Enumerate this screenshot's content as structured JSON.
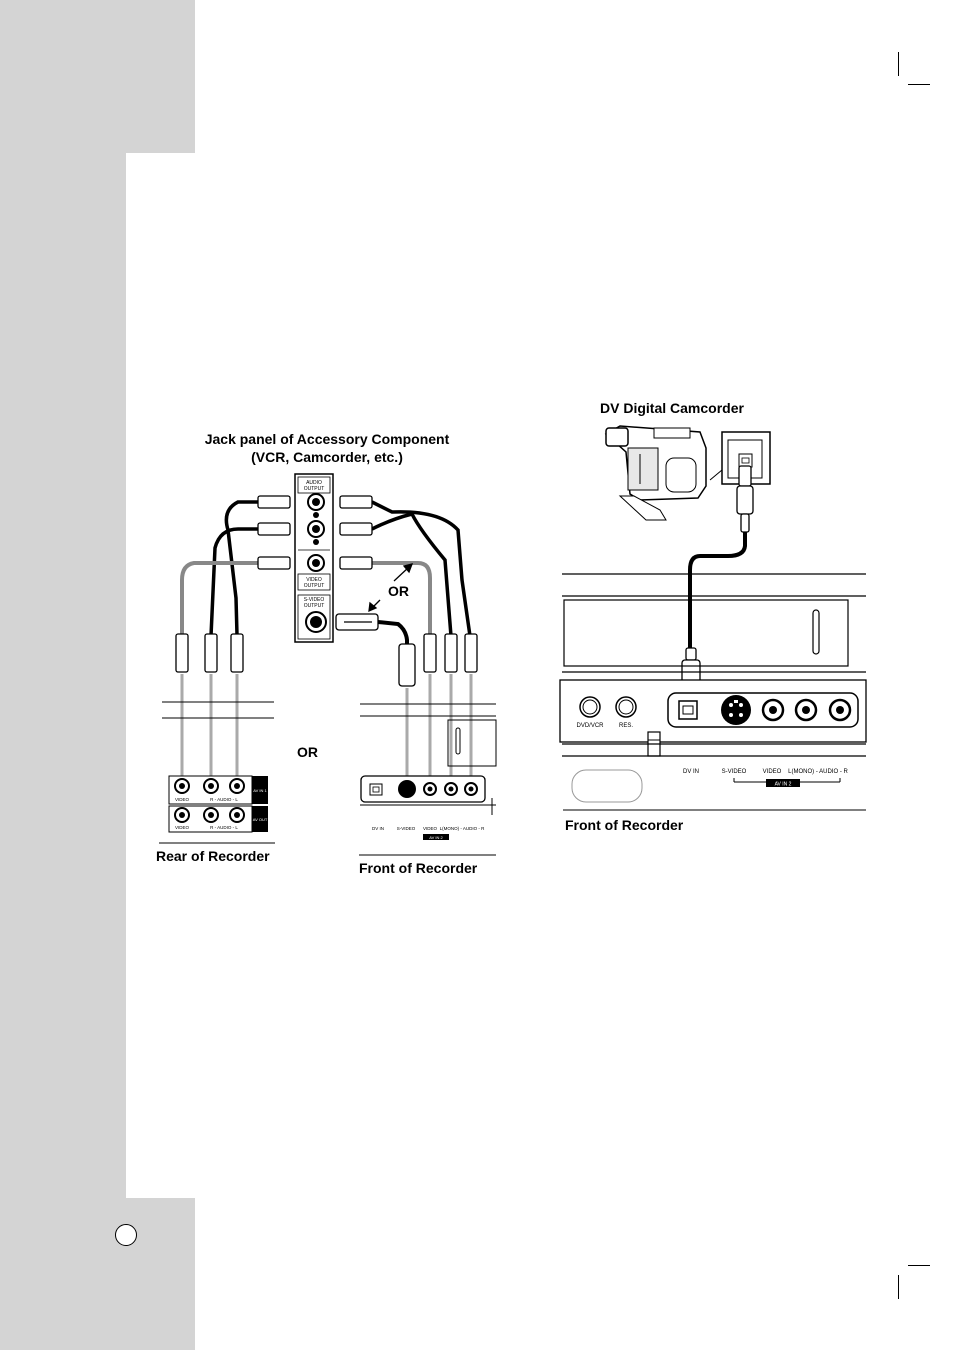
{
  "labels": {
    "jack_panel_title_line1": "Jack panel of Accessory Component",
    "jack_panel_title_line2": "(VCR, Camcorder, etc.)",
    "or_1": "OR",
    "or_2": "OR",
    "rear_of_recorder": "Rear of Recorder",
    "front_of_recorder_left": "Front of Recorder",
    "dv_digital_camcorder": "DV Digital Camcorder",
    "front_of_recorder_right": "Front of Recorder"
  },
  "accessory_panel": {
    "audio_output": [
      "AUDIO",
      "OUTPUT"
    ],
    "video_output": [
      "VIDEO",
      "OUTPUT"
    ],
    "svideo_output": [
      "S-VIDEO",
      "OUTPUT"
    ]
  },
  "rear_panel": {
    "row1": [
      "VIDEO",
      "R - AUDIO - L"
    ],
    "row2": [
      "VIDEO",
      "R - AUDIO - L"
    ],
    "badges": [
      "AV IN 1",
      "AV OUT"
    ]
  },
  "front_panel_small": {
    "labels": [
      "DV IN",
      "S-VIDEO",
      "VIDEO",
      "L(MONO) - AUDIO - R"
    ],
    "badge": "AV IN 2"
  },
  "front_panel_large": {
    "buttons": [
      "DVD/VCR",
      "RES."
    ],
    "labels": [
      "DV IN",
      "S-VIDEO",
      "VIDEO",
      "L(MONO) - AUDIO - R"
    ],
    "badge": "AV IN 2"
  }
}
